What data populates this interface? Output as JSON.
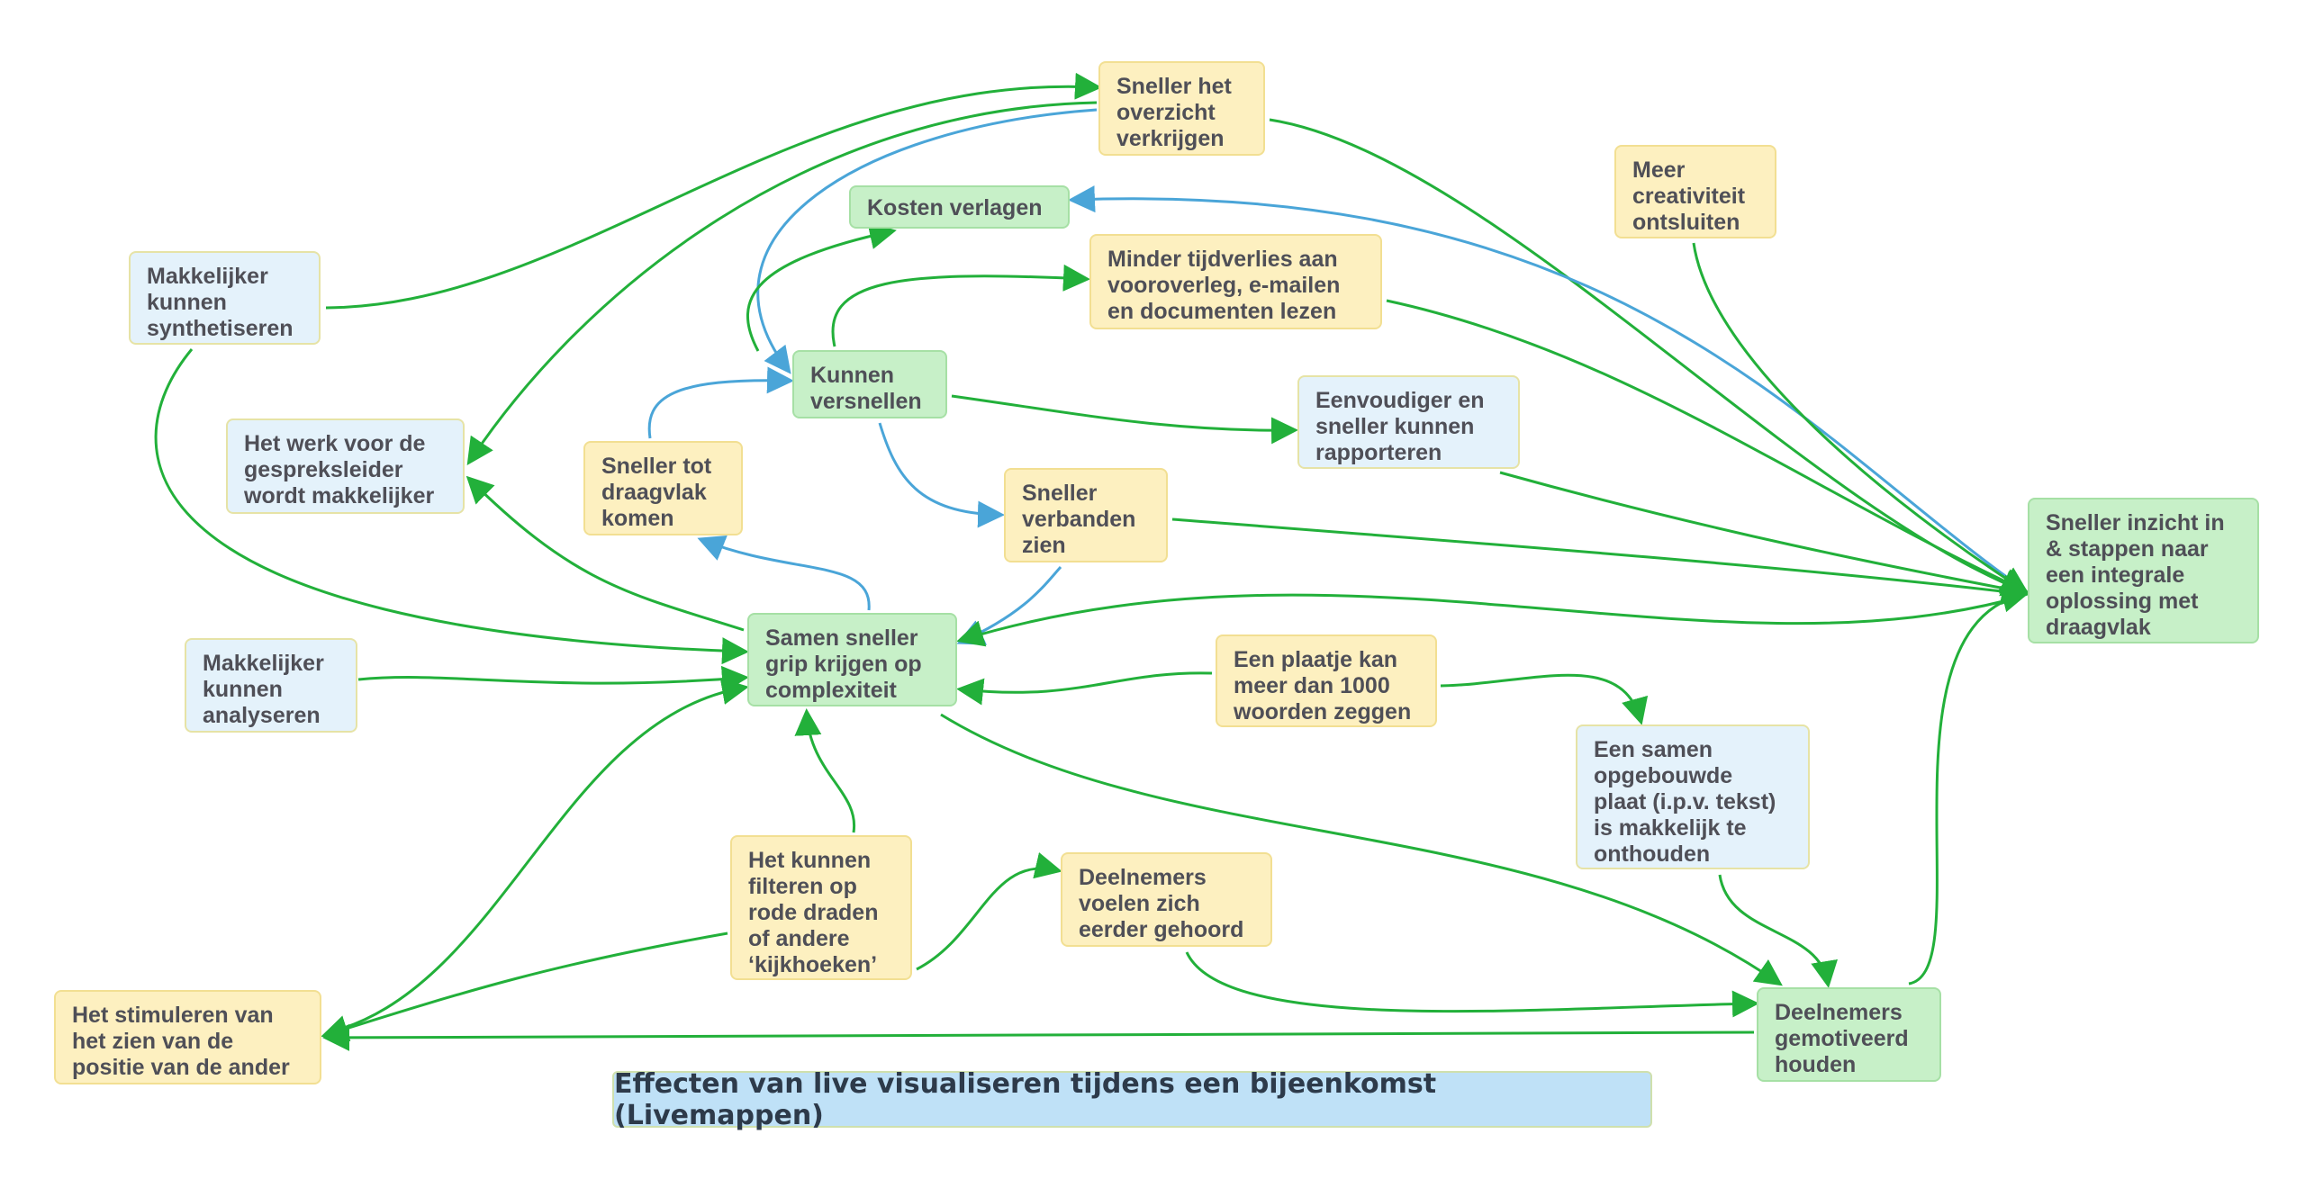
{
  "diagram": {
    "title": "Effecten van live visualiseren tijdens een bijeenkomst (Livemappen)",
    "colors": {
      "green_edge": "#22b03a",
      "blue_edge": "#4aa5d8"
    },
    "nodes": {
      "overzicht": "Sneller het\noverzicht\nverkrijgen",
      "kosten": "Kosten verlagen",
      "tijdverlies": "Minder tijdverlies aan\nvooroverleg, e-mailen\nen documenten lezen",
      "creativiteit": "Meer\ncreativiteit\nontsluiten",
      "synthetiseren": "Makkelijker\nkunnen\nsynthetiseren",
      "versnellen": "Kunnen\nversnellen",
      "rapporteren": "Eenvoudiger en\nsneller kunnen\nrapporteren",
      "gespreksleider": "Het werk voor de\ngespreksleider\nwordt makkelijker",
      "draagvlak": "Sneller tot\ndraagvlak\nkomen",
      "verbanden": "Sneller\nverbanden\nzien",
      "inzicht": "Sneller inzicht in\n& stappen naar\neen integrale\noplossing met\ndraagvlak",
      "grip": "Samen sneller\ngrip krijgen op\ncomplexiteit",
      "analyseren": "Makkelijker\nkunnen\nanalyseren",
      "plaatje": "Een plaatje kan\nmeer dan 1000\nwoorden zeggen",
      "plaat": "Een samen\nopgebouwde\nplaat (i.p.v. tekst)\nis makkelijk te\nonthouden",
      "filteren": "Het kunnen\nfilteren op\nrode draden\nof andere\n‘kijkhoeken’",
      "gehoord": "Deelnemers\nvoelen zich\neerder gehoord",
      "stimuleren": "Het stimuleren van\nhet zien van de\npositie van de ander",
      "gemotiveerd": "Deelnemers\ngemotiveerd\nhouden"
    },
    "edges": [
      {
        "from": "synthetiseren",
        "to": "overzicht",
        "color": "green"
      },
      {
        "from": "overzicht",
        "to": "gespreksleider",
        "color": "green"
      },
      {
        "from": "overzicht",
        "to": "versnellen",
        "color": "blue"
      },
      {
        "from": "overzicht",
        "to": "inzicht",
        "color": "green"
      },
      {
        "from": "inzicht",
        "to": "kosten",
        "color": "blue"
      },
      {
        "from": "versnellen",
        "to": "kosten",
        "color": "green"
      },
      {
        "from": "versnellen",
        "to": "tijdverlies",
        "color": "green"
      },
      {
        "from": "versnellen",
        "to": "rapporteren",
        "color": "green"
      },
      {
        "from": "versnellen",
        "to": "verbanden",
        "color": "blue"
      },
      {
        "from": "draagvlak",
        "to": "versnellen",
        "color": "blue"
      },
      {
        "from": "grip",
        "to": "draagvlak",
        "color": "blue"
      },
      {
        "from": "verbanden",
        "to": "grip",
        "color": "blue"
      },
      {
        "from": "tijdverlies",
        "to": "inzicht",
        "color": "green"
      },
      {
        "from": "creativiteit",
        "to": "inzicht",
        "color": "green"
      },
      {
        "from": "rapporteren",
        "to": "inzicht",
        "color": "green"
      },
      {
        "from": "verbanden",
        "to": "inzicht",
        "color": "green"
      },
      {
        "from": "inzicht",
        "to": "grip",
        "color": "green"
      },
      {
        "from": "grip",
        "to": "gespreksleider",
        "color": "green"
      },
      {
        "from": "synthetiseren",
        "to": "grip",
        "color": "green"
      },
      {
        "from": "analyseren",
        "to": "grip",
        "color": "green"
      },
      {
        "from": "plaatje",
        "to": "grip",
        "color": "green"
      },
      {
        "from": "plaatje",
        "to": "plaat",
        "color": "green"
      },
      {
        "from": "filteren",
        "to": "grip",
        "color": "green"
      },
      {
        "from": "stimuleren",
        "to": "grip",
        "color": "green"
      },
      {
        "from": "filteren",
        "to": "stimuleren",
        "color": "green"
      },
      {
        "from": "filteren",
        "to": "gehoord",
        "color": "green"
      },
      {
        "from": "grip",
        "to": "gemotiveerd",
        "color": "green"
      },
      {
        "from": "plaat",
        "to": "gemotiveerd",
        "color": "green"
      },
      {
        "from": "gehoord",
        "to": "gemotiveerd",
        "color": "green"
      },
      {
        "from": "gemotiveerd",
        "to": "stimuleren",
        "color": "green"
      },
      {
        "from": "gemotiveerd",
        "to": "inzicht",
        "color": "green"
      }
    ]
  }
}
